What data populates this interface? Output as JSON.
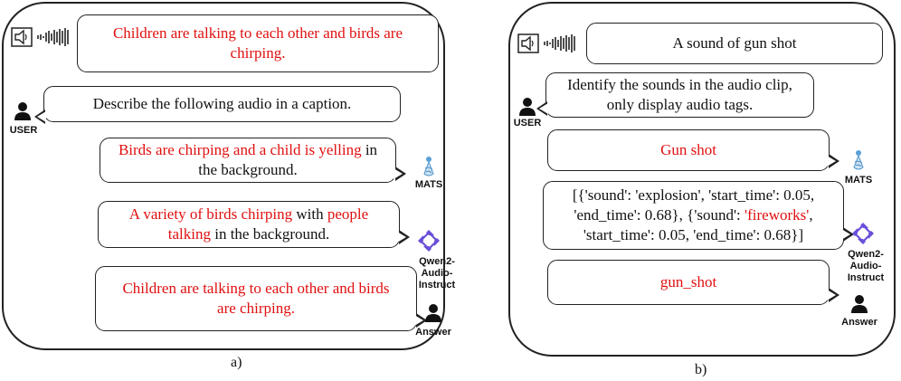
{
  "panels": [
    {
      "caption": "a)",
      "audio_caption": "Children are talking to each other and birds are chirping.",
      "user_prompt": "Describe the following audio in a caption.",
      "responses": [
        {
          "agent": "MATS",
          "segments": [
            {
              "text": "Birds are chirping and a child is yelling",
              "color": "#e01010"
            },
            {
              "text": " in the background.",
              "color": "#111111"
            }
          ]
        },
        {
          "agent": "Qwen2-Audio-Instruct",
          "agent_lines": [
            "Qwen2-Audio-",
            "Instruct"
          ],
          "segments": [
            {
              "text": "A variety of birds chirping",
              "color": "#e01010"
            },
            {
              "text": " with ",
              "color": "#111111"
            },
            {
              "text": "people talking",
              "color": "#e01010"
            },
            {
              "text": " in the background.",
              "color": "#111111"
            }
          ]
        },
        {
          "agent": "Answer",
          "segments": [
            {
              "text": "Children are talking to each other and birds are chirping.",
              "color": "#e01010"
            }
          ]
        }
      ],
      "user_label": "USER"
    },
    {
      "caption": "b)",
      "audio_caption": "A sound of gun shot",
      "user_prompt_lines": [
        "Identify the sounds in the audio clip,",
        "only display audio tags."
      ],
      "responses": [
        {
          "agent": "MATS",
          "segments": [
            {
              "text": "Gun shot",
              "color": "#e01010"
            }
          ]
        },
        {
          "agent": "Qwen2-Audio-Instruct",
          "agent_lines": [
            "Qwen2-Audio-",
            "Instruct"
          ],
          "lines": [
            [
              {
                "text": "[{'sound': 'explosion', 'start_time': 0.05,",
                "color": "#111111"
              }
            ],
            [
              {
                "text": "'end_time': 0.68}, {'sound': ",
                "color": "#111111"
              },
              {
                "text": "'fireworks'",
                "color": "#e01010"
              },
              {
                "text": ",",
                "color": "#111111"
              }
            ],
            [
              {
                "text": "'start_time': 0.05, 'end_time': 0.68}]",
                "color": "#111111"
              }
            ]
          ]
        },
        {
          "agent": "Answer",
          "segments": [
            {
              "text": "gun_shot",
              "color": "#e01010"
            }
          ]
        }
      ],
      "user_label": "USER"
    }
  ],
  "icons": {
    "speaker": "speaker-icon",
    "waveform": "waveform-icon",
    "user": "user-icon",
    "mats": "mats-logo-icon",
    "qwen": "qwen-logo-icon",
    "answer": "answer-person-icon"
  },
  "colors": {
    "highlight": "#e01010",
    "text": "#111111",
    "mats_logo": "#4a90c8",
    "qwen_logo": "#6a4fd8"
  }
}
